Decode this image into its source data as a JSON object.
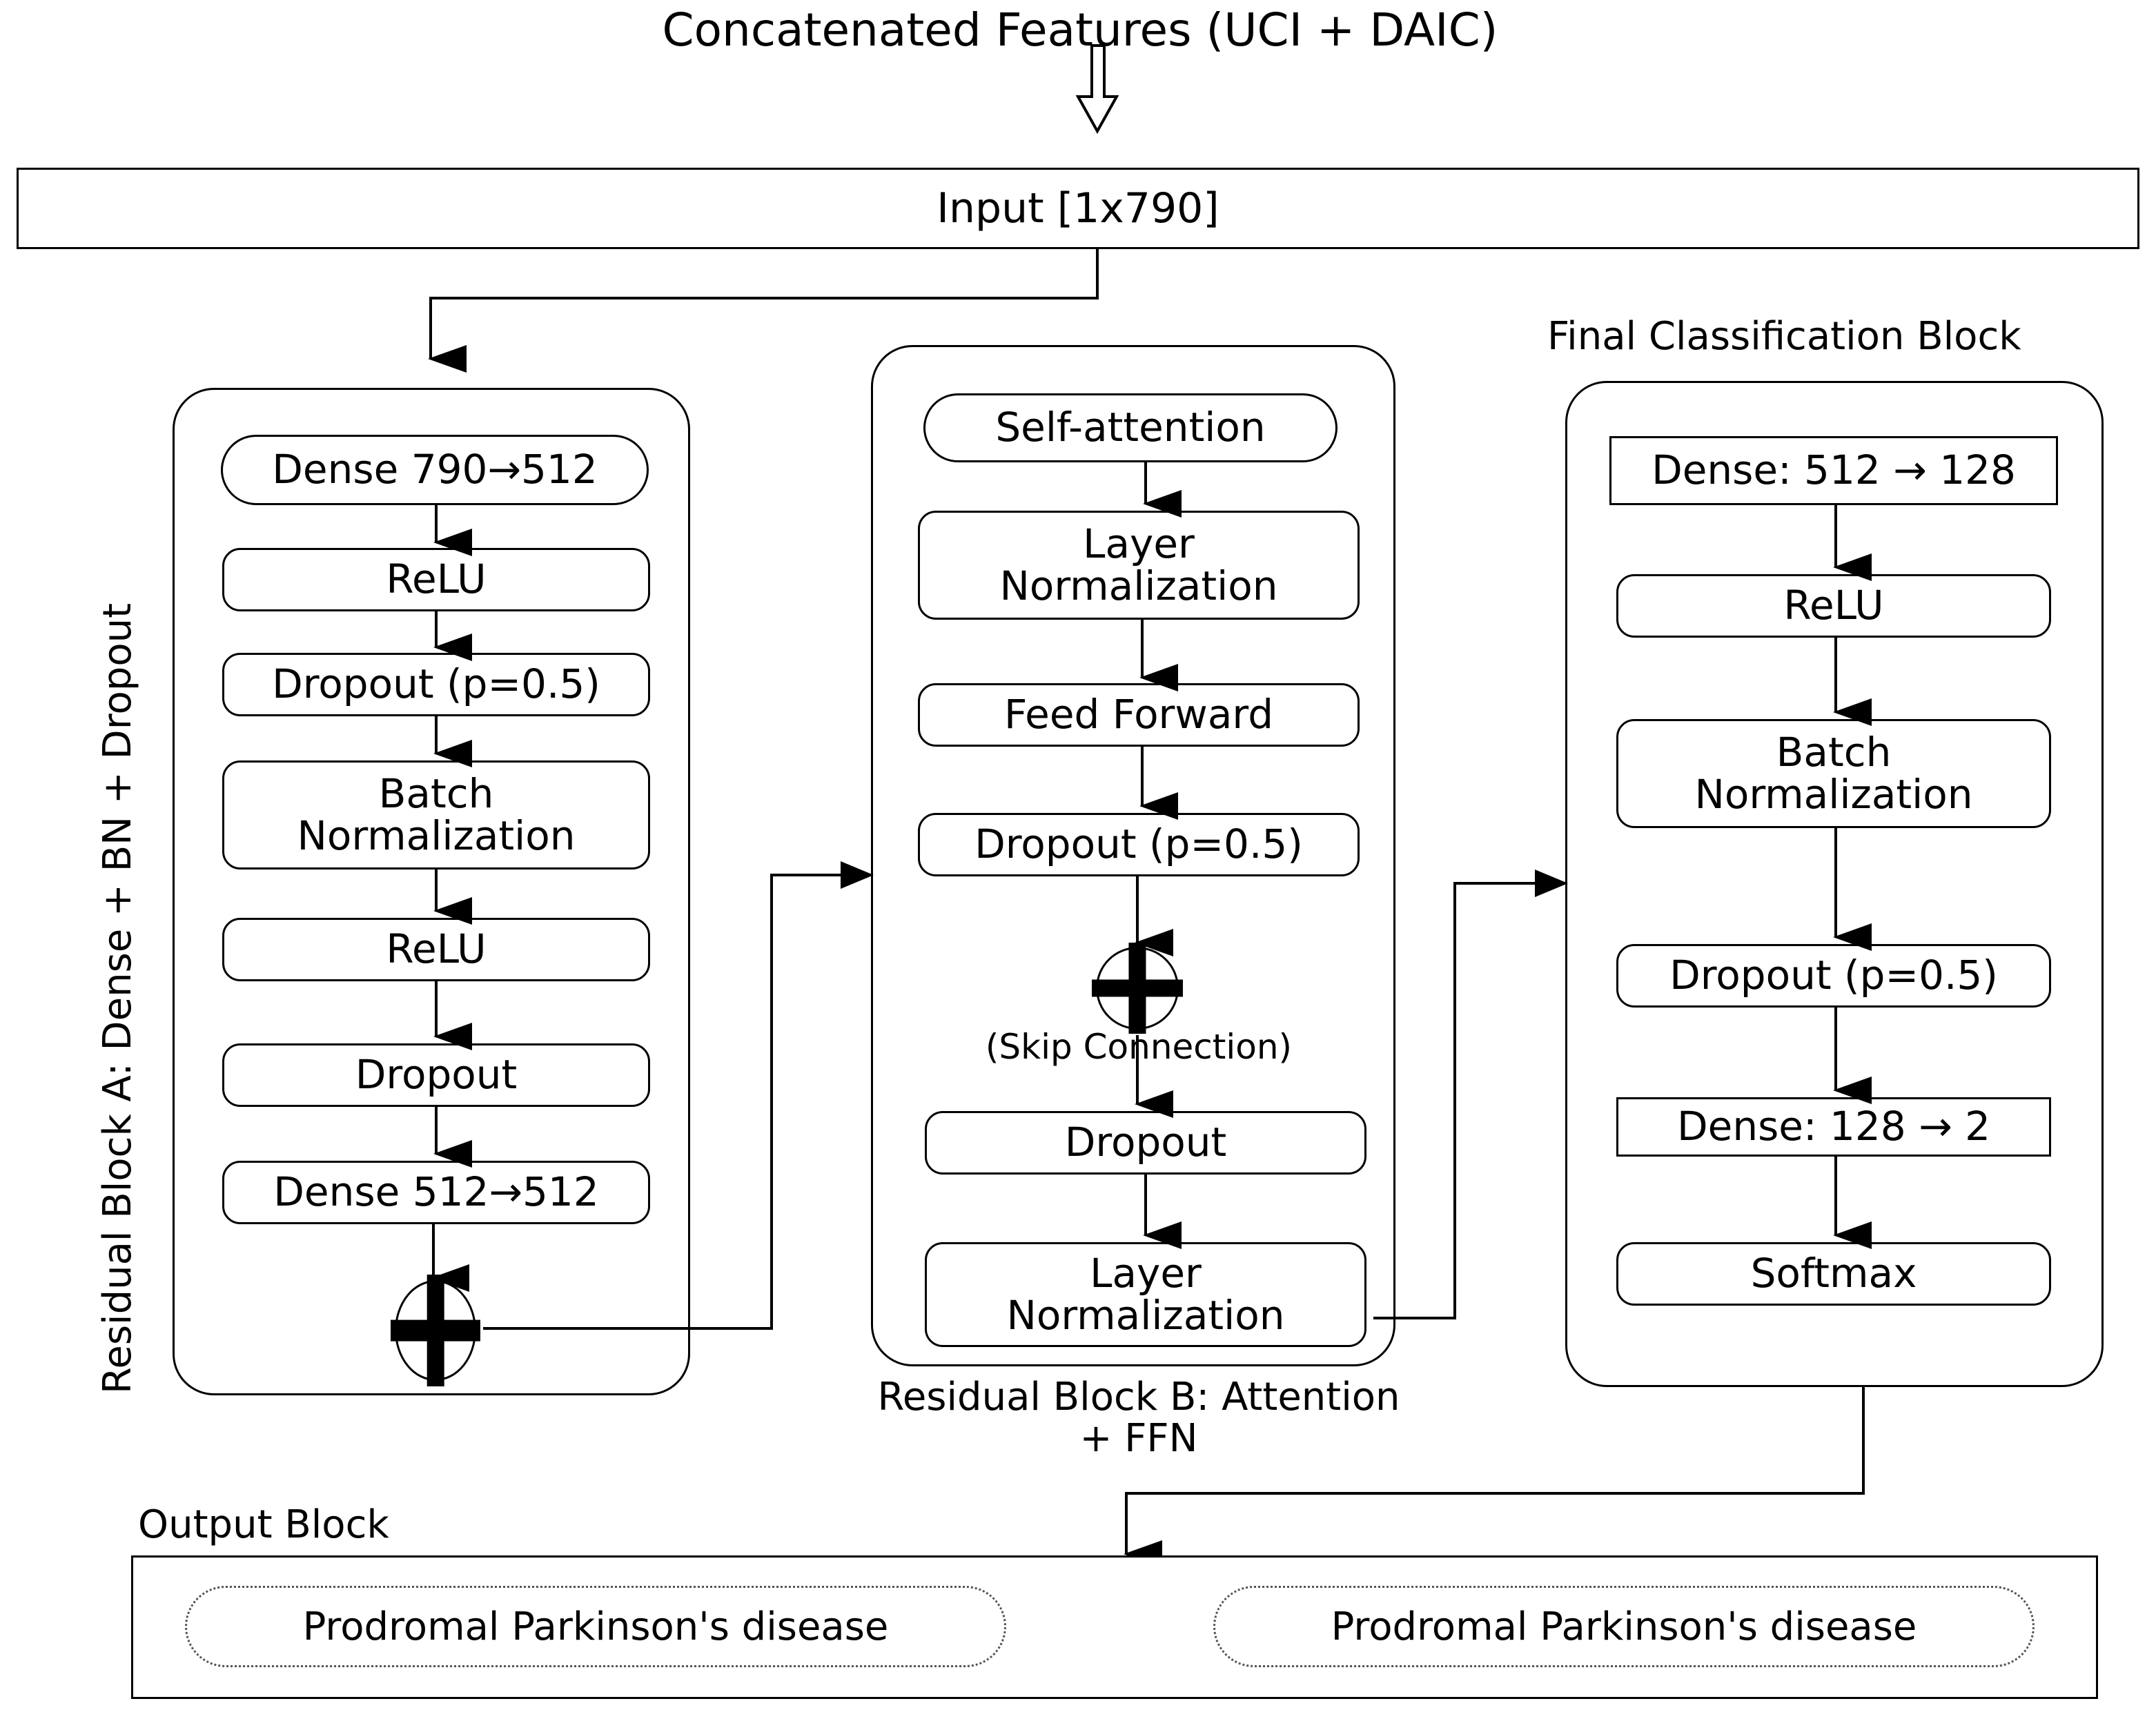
{
  "diagram": {
    "title": "Concatenated Features (UCI + DAIC)",
    "input_block": {
      "label": "Input [1x790]"
    },
    "block_a": {
      "side_label": "Residual Block A: Dense + BN + Dropout",
      "nodes": [
        {
          "label": "Dense 790→512",
          "shape": "pill"
        },
        {
          "label": "ReLU",
          "shape": "rounded"
        },
        {
          "label": "Dropout  (p=0.5)",
          "shape": "rounded"
        },
        {
          "label": "Batch\nNormalization",
          "shape": "rounded"
        },
        {
          "label": "ReLU",
          "shape": "rounded"
        },
        {
          "label": "Dropout",
          "shape": "rounded"
        },
        {
          "label": "Dense 512→512",
          "shape": "rounded"
        }
      ],
      "adder": "plus-node"
    },
    "block_b": {
      "caption": "Residual Block B: Attention\n+ FFN",
      "nodes": [
        {
          "label": "Self-attention",
          "shape": "pill"
        },
        {
          "label": "Layer\nNormalization",
          "shape": "rounded"
        },
        {
          "label": "Feed Forward",
          "shape": "rounded"
        },
        {
          "label": "Dropout (p=0.5)",
          "shape": "rounded"
        }
      ],
      "adder": "plus-node",
      "skip_label": "(Skip Connection)",
      "nodes_after": [
        {
          "label": "Dropout",
          "shape": "rounded"
        },
        {
          "label": "Layer\nNormalization",
          "shape": "rounded"
        }
      ]
    },
    "block_c": {
      "caption": "Final Classification Block",
      "nodes": [
        {
          "label": "Dense: 512 → 128",
          "shape": "sharp"
        },
        {
          "label": "ReLU",
          "shape": "rounded"
        },
        {
          "label": "Batch\nNormalization",
          "shape": "rounded"
        },
        {
          "label": "Dropout  (p=0.5)",
          "shape": "rounded"
        },
        {
          "label": "Dense: 128 → 2",
          "shape": "sharp"
        },
        {
          "label": "Softmax",
          "shape": "rounded"
        }
      ]
    },
    "output_block": {
      "caption": "Output Block",
      "classes": [
        {
          "label": "Prodromal Parkinson's disease"
        },
        {
          "label": "Prodromal Parkinson's disease"
        }
      ]
    },
    "colors": {
      "stroke": "#000000",
      "background": "#ffffff",
      "muted_stroke": "#555555"
    }
  }
}
